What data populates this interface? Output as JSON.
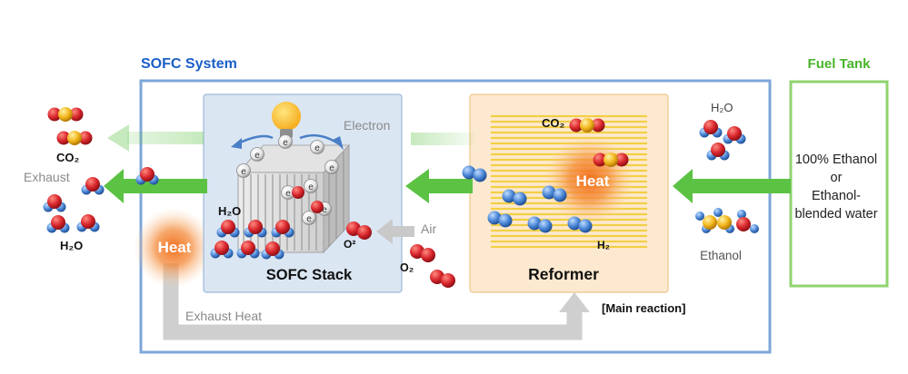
{
  "labels": {
    "sofc_system": "SOFC System",
    "fuel_tank": "Fuel Tank",
    "fuel_line_1": "100% Ethanol",
    "fuel_line_2": "or",
    "fuel_line_3": "Ethanol-",
    "fuel_line_4": "blended water",
    "exhaust": "Exhaust",
    "co2_exhaust": "CO₂",
    "h2o_exhaust": "H₂O",
    "electron": "Electron",
    "heat_left": "Heat",
    "heat_reformer": "Heat",
    "h2o_stack": "H₂O",
    "o2_stack": "O²",
    "air": "Air",
    "o2_air": "O₂",
    "sofc_stack": "SOFC Stack",
    "co2_reformer": "CO₂",
    "h2_reformer": "H₂",
    "reformer": "Reformer",
    "main_reaction": "[Main reaction]",
    "h2o_input": "H₂O",
    "ethanol": "Ethanol",
    "exhaust_heat": "Exhaust Heat",
    "electron_symbol": "e"
  },
  "colors": {
    "system_border": "#7ea6d8",
    "system_title": "#1a5fc7",
    "fuel_border": "#8fd36e",
    "fuel_title": "#49b52b",
    "stack_bg": "#dbe6f3",
    "reformer_bg": "#fde9cf",
    "reformer_lines": "#f3cf45",
    "green_arrow": "#5cc244",
    "gray_arrow": "#c9c9c9",
    "heat": "#f37321",
    "oxygen": "#d8262c",
    "hydrogen": "#4a86d6",
    "carbon": "#f2b51c",
    "bulb": "#f5b417"
  }
}
